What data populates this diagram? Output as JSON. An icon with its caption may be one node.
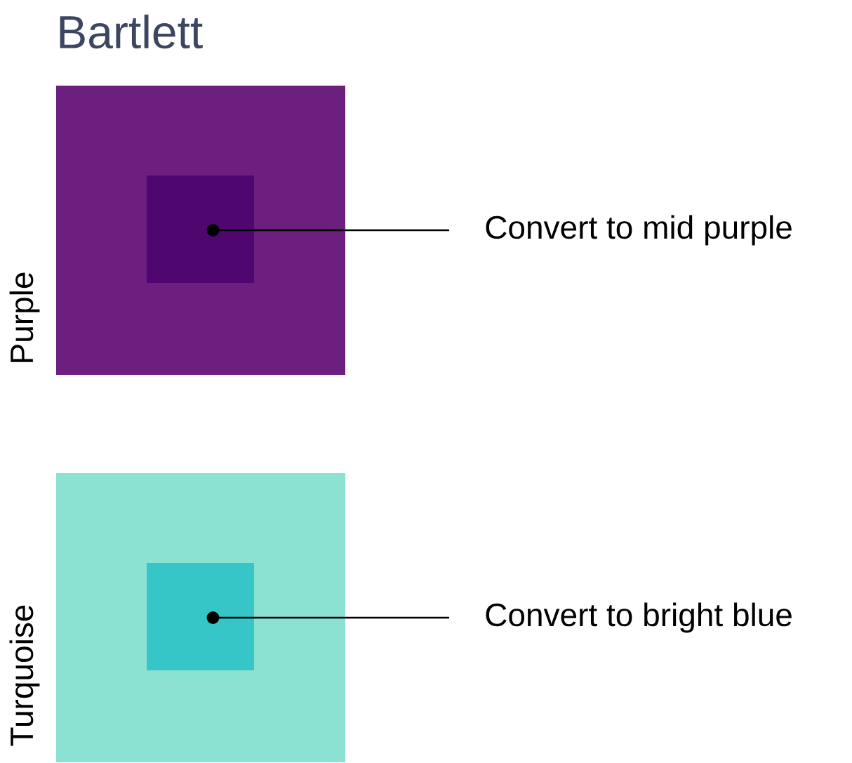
{
  "diagram": {
    "title": "Bartlett",
    "nodes": [
      {
        "text": [],
        "shape": "box",
        "beside": [
          "Purple"
        ]
      },
      {
        "text": [],
        "shape": "box",
        "in": 0
      },
      {
        "text": [
          "Convert to mid purple"
        ]
      },
      {
        "text": [],
        "shape": "box",
        "beside": [
          "Turquoise"
        ]
      },
      {
        "text": [],
        "shape": "box",
        "in": 3
      },
      {
        "text": [
          "Convert to bright blue"
        ]
      }
    ],
    "edges": [
      {
        "from": 2,
        "to": 1,
        "arrow": "other"
      },
      {
        "from": 5,
        "to": 4,
        "arrow": "other"
      }
    ]
  }
}
